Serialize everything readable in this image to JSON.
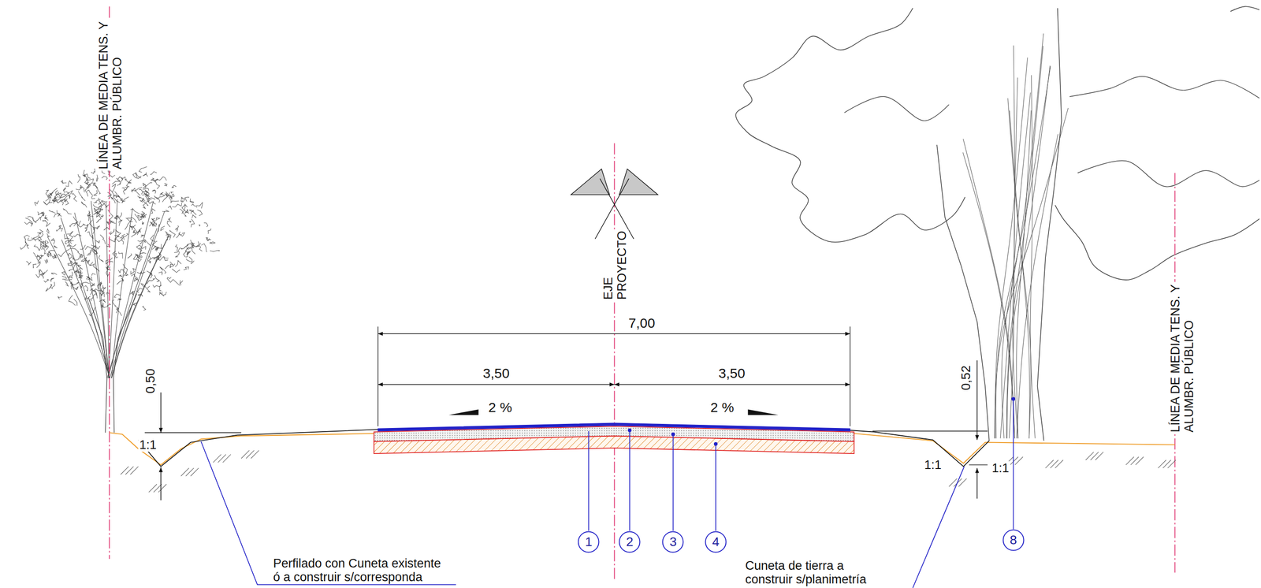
{
  "diagram": {
    "nodes": [
      {
        "text": [
          "1"
        ]
      },
      {
        "text": [
          "2"
        ]
      },
      {
        "text": [
          "3"
        ]
      },
      {
        "text": [
          "4"
        ]
      },
      {
        "text": [
          "8"
        ]
      }
    ],
    "labels": [
      "LÍNEA DE MEDIA TENS. Y ALUMBR. PÚBLICO",
      "EJE PROYECTO",
      "7,00",
      "3,50",
      "3,50",
      "2 %",
      "2 %",
      "0,50",
      "1:1",
      "0,52",
      "1:1",
      "1:1",
      "LÍNEA DE MEDIA TENS. Y ALUMBR. PÚBLICO",
      "Perfilado con Cuneta existente ó a construir s/corresponda",
      "Cuneta de tierra a construir s/planimetría"
    ]
  }
}
